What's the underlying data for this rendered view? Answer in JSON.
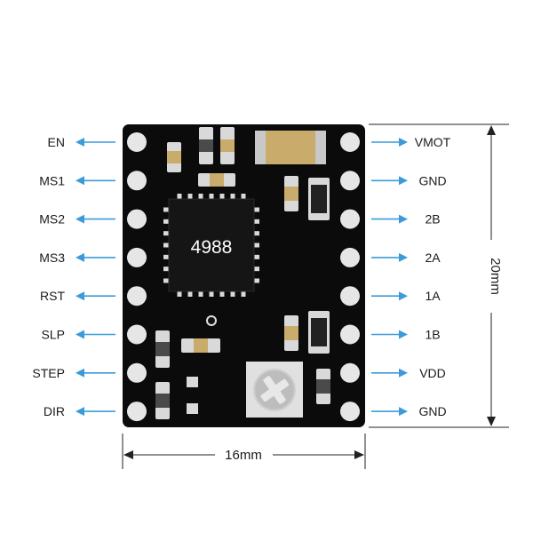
{
  "board": {
    "chip_label": "4988",
    "left_pins": [
      "EN",
      "MS1",
      "MS2",
      "MS3",
      "RST",
      "SLP",
      "STEP",
      "DIR"
    ],
    "right_pins": [
      "VMOT",
      "GND",
      "2B",
      "2A",
      "1A",
      "1B",
      "VDD",
      "GND"
    ]
  },
  "dimensions": {
    "width_label": "16mm",
    "height_label": "20mm"
  },
  "colors": {
    "pcb": "#0b0b0b",
    "pad": "#e6e6e6",
    "arrow": "#3b9bd9",
    "dimension_line": "#222222",
    "component_body": "#c9ab6b",
    "component_end": "#d9d9d9",
    "potentiometer": "#e0e0e0"
  },
  "icons": {
    "potentiometer": "phillips-cross-icon",
    "arrow": "arrow-left-right-icon"
  }
}
